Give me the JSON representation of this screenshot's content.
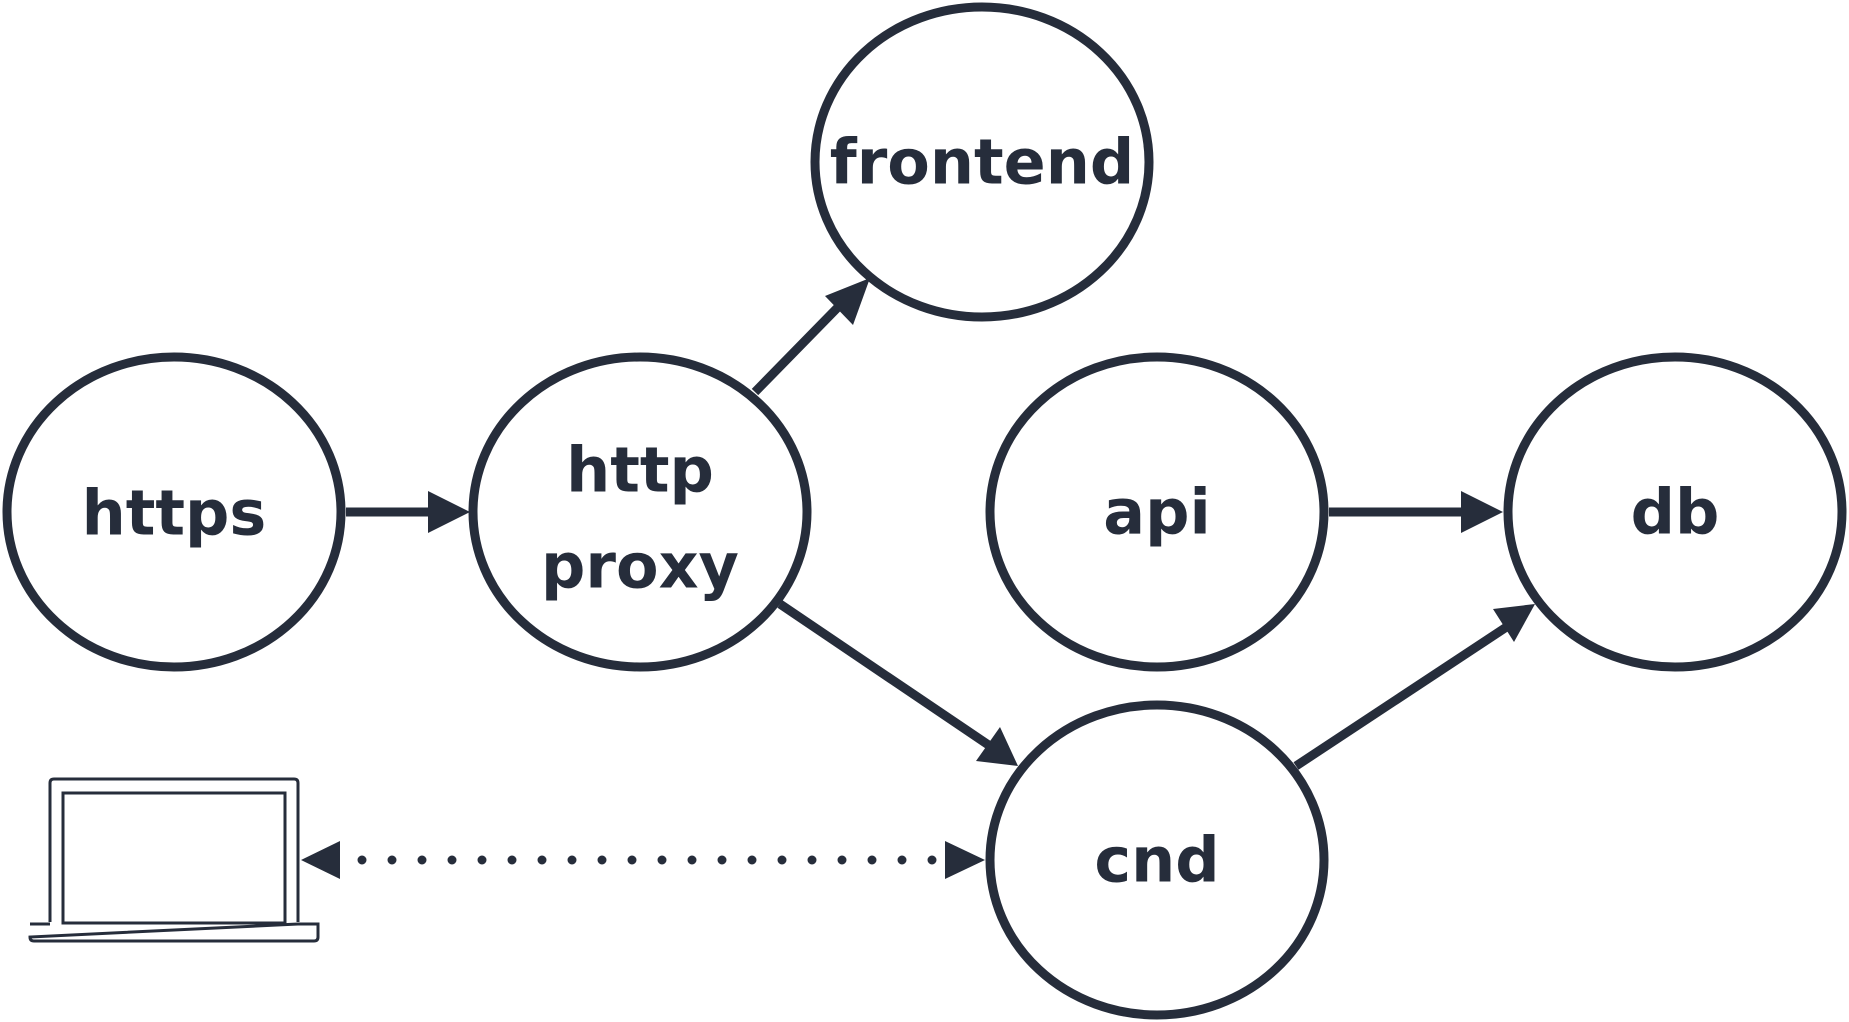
{
  "colors": {
    "stroke": "#262d3b",
    "background": "#ffffff"
  },
  "nodes": {
    "https": {
      "label": "https"
    },
    "http_proxy": {
      "line1": "http",
      "line2": "proxy"
    },
    "frontend": {
      "label": "frontend"
    },
    "api": {
      "label": "api"
    },
    "db": {
      "label": "db"
    },
    "cnd": {
      "label": "cnd"
    }
  },
  "edges": [
    {
      "from": "https",
      "to": "http proxy",
      "style": "solid"
    },
    {
      "from": "http proxy",
      "to": "frontend",
      "style": "solid"
    },
    {
      "from": "http proxy",
      "to": "cnd",
      "style": "solid"
    },
    {
      "from": "api",
      "to": "db",
      "style": "solid"
    },
    {
      "from": "cnd",
      "to": "db",
      "style": "solid"
    },
    {
      "from": "laptop",
      "to": "cnd",
      "style": "dotted",
      "bidirectional": true
    }
  ],
  "icons": {
    "client": "laptop-icon"
  }
}
